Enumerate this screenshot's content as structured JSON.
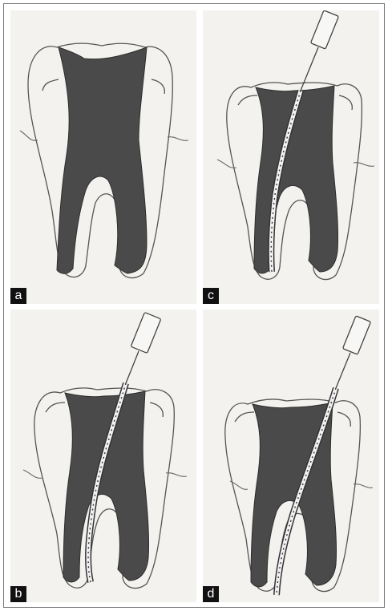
{
  "panels": [
    {
      "id": "a",
      "label": "a",
      "instrument": "none"
    },
    {
      "id": "b",
      "label": "b",
      "instrument": "file-in-canal"
    },
    {
      "id": "c",
      "label": "c",
      "instrument": "file-in-canal"
    },
    {
      "id": "d",
      "label": "d",
      "instrument": "file-in-canal"
    }
  ],
  "colors": {
    "paper": "#f3f2ee",
    "pulp": "#4a4a4a",
    "outline": "#555555",
    "label_bg": "#111111",
    "label_text": "#ffffff"
  }
}
